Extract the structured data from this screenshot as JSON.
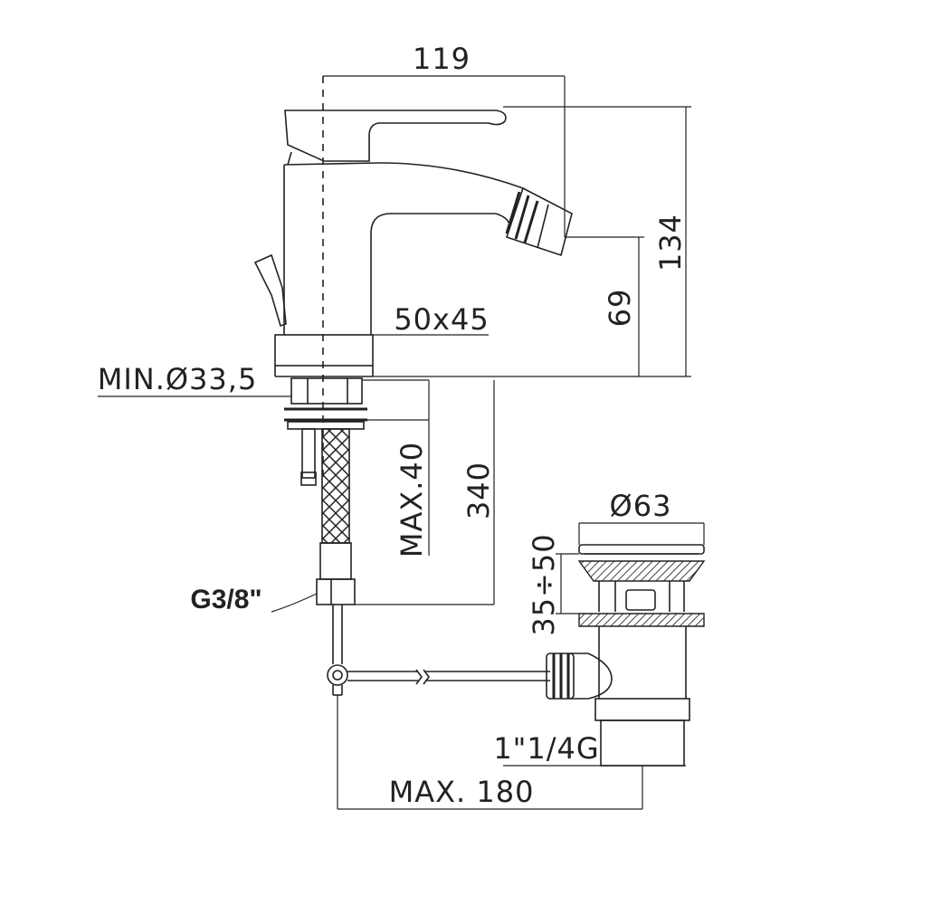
{
  "dimensions": {
    "width_top": "119",
    "height_total": "134",
    "spout_height": "69",
    "base_size": "50x45",
    "hole_min": "MIN.Ø33,5",
    "max_thickness": "MAX.40",
    "hose_length": "340",
    "waste_diameter": "Ø63",
    "waste_range": "35÷50",
    "waste_thread": "1\"1/4G",
    "max_distance": "MAX. 180",
    "hose_thread": "G3/8\""
  }
}
